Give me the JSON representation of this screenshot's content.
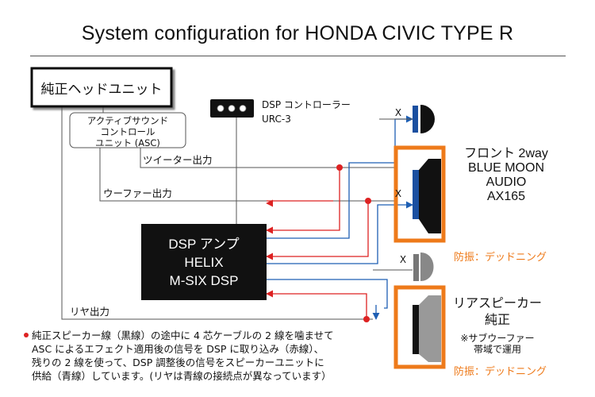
{
  "title": "System configuration for HONDA CIVIC TYPE R",
  "head_unit": "純正ヘッドユニット",
  "asc": [
    "アクティブサウンド",
    "コントロール",
    "ユニット (ASC)"
  ],
  "dsp_controller": [
    "DSP コントローラー",
    "URC-3"
  ],
  "lines": {
    "tweeter_out": "ツイーター出力",
    "woofer_out": "ウーファー出力",
    "rear_out": "リヤ出力"
  },
  "dsp_amp": [
    "DSP アンプ",
    "HELIX",
    "M-SIX DSP"
  ],
  "front": {
    "label": [
      "フロント 2way",
      "BLUE MOON",
      "AUDIO",
      "AX165"
    ],
    "damping": "防振：デッドニング"
  },
  "rear": {
    "label": [
      "リアスピーカー",
      "純正"
    ],
    "note": [
      "※サブウーファー",
      "帯域で運用"
    ],
    "damping": "防振：デッドニング"
  },
  "x_mark": "X",
  "footnote": [
    "純正スピーカー線（黒線）の途中に 4 芯ケーブルの 2 線を噛ませて",
    "ASC によるエフェクト適用後の信号を DSP に取り込み（赤線）、",
    "残りの 2 線を使って、DSP 調整後の信号をスピーカーユニットに",
    "供給（青線）しています。(リヤは青線の接続点が異なっています）"
  ],
  "colors": {
    "red_line": "#dd2222",
    "blue_line": "#1e5fb4",
    "orange": "#ee7a1a",
    "speaker_blue": "#1a4fa0"
  }
}
